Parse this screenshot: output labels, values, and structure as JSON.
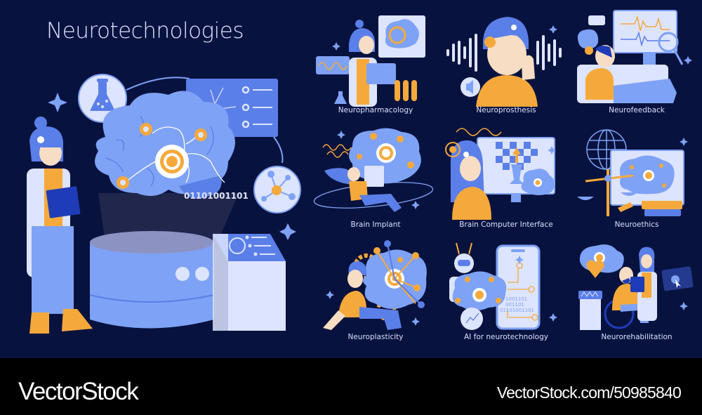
{
  "poster": {
    "title": "Neurotechnologies",
    "hero": {
      "binary_code": "01101001101",
      "palette": {
        "background": "#08123e",
        "brain": "#7ea2f5",
        "brain_dark": "#5a7fe6",
        "panel": "#5b7fe8",
        "light": "#dde4ff",
        "accent": "#f6a93b",
        "white": "#ffffff"
      }
    },
    "tiles": [
      {
        "label": "Neuropharmacology"
      },
      {
        "label": "Neuroprosthesis"
      },
      {
        "label": "Neurofeedback"
      },
      {
        "label": "Brain Implant"
      },
      {
        "label": "Brain Computer Interface"
      },
      {
        "label": "Neuroethics"
      },
      {
        "label": "Neuroplasticity"
      },
      {
        "label": "AI for neurotechnology",
        "phone_code": [
          "1001101",
          "001101",
          "01101001101"
        ]
      },
      {
        "label": "Neurorehabilitation"
      }
    ]
  },
  "footer": {
    "brand": "VectorStock",
    "image_id": "VectorStock.com/50985840"
  }
}
